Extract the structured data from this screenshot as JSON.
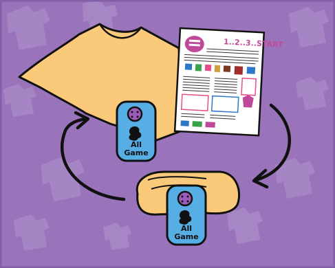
{
  "colors": {
    "background": "#9a74bb",
    "background_shapes": "#a889c6",
    "frame_border": "#8160a8",
    "shirt": "#fbc97a",
    "tag": "#57aee5",
    "button": "#9c5bb8",
    "outline": "#111111",
    "flyer_paper": "#ffffff",
    "flyer_title": "#c04a9a",
    "flyer_accent_pink": "#e84c8b",
    "flyer_accent_blue": "#2d77c8",
    "flyer_accent_green": "#38a34a"
  },
  "icons": {
    "cycle_arrow_left": "curved-arrow-up-icon",
    "cycle_arrow_right": "curved-arrow-down-icon",
    "tag_button": "button-icon"
  },
  "flyer": {
    "title": "1..2..3..START"
  },
  "tags": {
    "top": {
      "line1": "All",
      "line2": "Game"
    },
    "bottom": {
      "line1": "All",
      "line2": "Game"
    }
  }
}
